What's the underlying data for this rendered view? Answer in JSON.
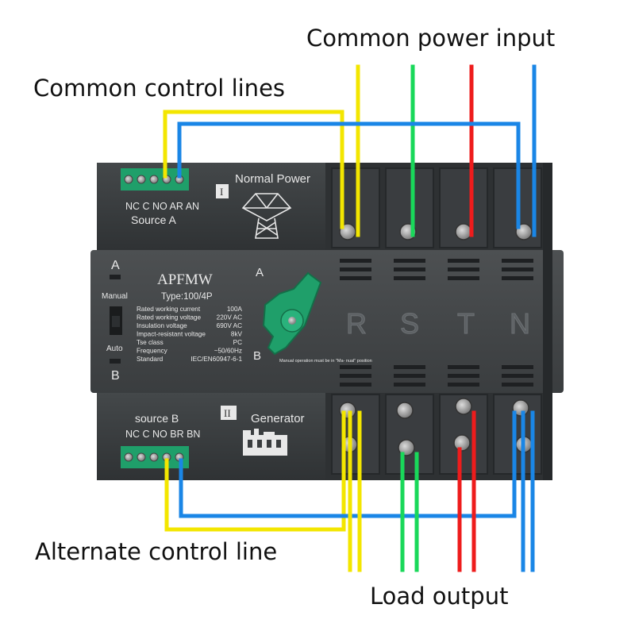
{
  "labels": {
    "common_power_input": "Common power input",
    "common_control_lines": "Common control lines",
    "alternate_control_line": "Alternate control line",
    "load_output": "Load output"
  },
  "device": {
    "top_section": {
      "terminal_label": "NC C NO AR AN",
      "source": "Source A",
      "roman": "I",
      "title": "Normal Power"
    },
    "bottom_section": {
      "source": "source B",
      "terminal_label": "NC C NO BR BN",
      "roman": "II",
      "title": "Generator"
    },
    "panel": {
      "indicator_a": "A",
      "indicator_b": "B",
      "manual": "Manual",
      "auto": "Auto",
      "brand": "APFMW",
      "type": "Type:100/4P",
      "handle_a": "A",
      "handle_b": "B",
      "note": "Manual operation must be in \"Ma- nual\" position",
      "specs": [
        {
          "name": "Rated working current",
          "value": "100A"
        },
        {
          "name": "Rated working voltage",
          "value": "220V AC"
        },
        {
          "name": "Insulation voltage",
          "value": "690V AC"
        },
        {
          "name": "Impact-resistant voltage",
          "value": "8kV"
        },
        {
          "name": "Tse class",
          "value": "PC"
        },
        {
          "name": "Frequency",
          "value": "~50/60Hz"
        },
        {
          "name": "Standard",
          "value": "IEC/EN60947-6-1"
        }
      ]
    },
    "poles": [
      "R",
      "S",
      "T",
      "N"
    ]
  },
  "colors": {
    "yellow": "#f3e600",
    "green": "#19d85a",
    "red": "#ee1c1c",
    "blue": "#1a86e6",
    "body": "#3a3d3f",
    "face": "#454849",
    "handle": "#1f9f6a"
  }
}
